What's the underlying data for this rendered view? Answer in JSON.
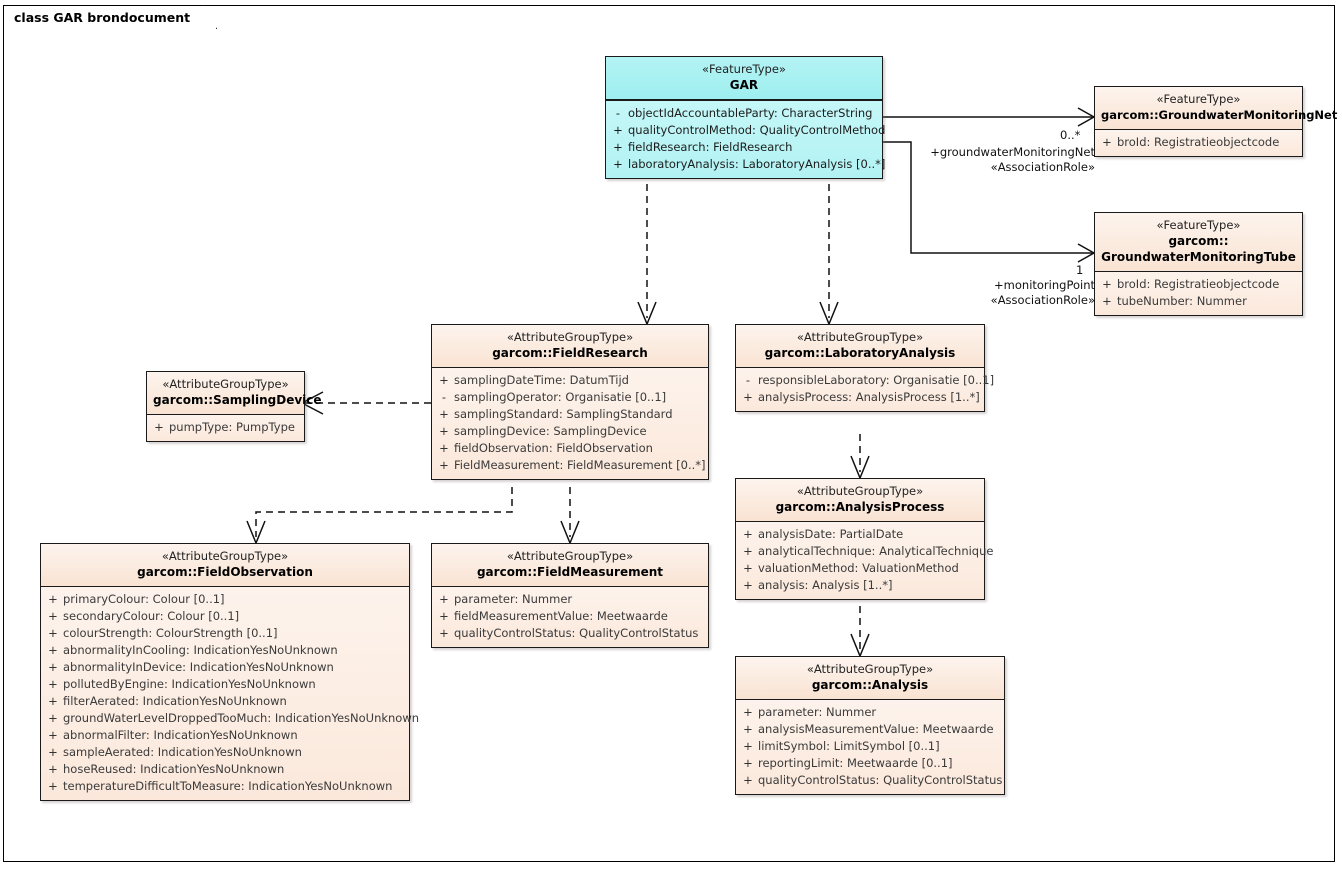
{
  "diagram": {
    "tab_label": "class GAR brondocument"
  },
  "classes": {
    "gar": {
      "stereotype": "«FeatureType»",
      "name": "GAR",
      "attributes": [
        {
          "vis": "-",
          "text": "objectIdAccountableParty: CharacterString"
        },
        {
          "vis": "+",
          "text": "qualityControlMethod: QualityControlMethod"
        },
        {
          "vis": "+",
          "text": "fieldResearch: FieldResearch"
        },
        {
          "vis": "+",
          "text": "laboratoryAnalysis: LaboratoryAnalysis [0..*]"
        }
      ]
    },
    "monitoring_net": {
      "stereotype": "«FeatureType»",
      "name": "garcom::GroundwaterMonitoringNet",
      "attributes": [
        {
          "vis": "+",
          "text": "broId: Registratieobjectcode"
        }
      ]
    },
    "monitoring_tube": {
      "stereotype": "«FeatureType»",
      "name_line1": "garcom::",
      "name_line2": "GroundwaterMonitoringTube",
      "attributes": [
        {
          "vis": "+",
          "text": "broId: Registratieobjectcode"
        },
        {
          "vis": "+",
          "text": "tubeNumber: Nummer"
        }
      ]
    },
    "field_research": {
      "stereotype": "«AttributeGroupType»",
      "name": "garcom::FieldResearch",
      "attributes": [
        {
          "vis": "+",
          "text": "samplingDateTime: DatumTijd"
        },
        {
          "vis": "-",
          "text": "samplingOperator: Organisatie [0..1]"
        },
        {
          "vis": "+",
          "text": "samplingStandard: SamplingStandard"
        },
        {
          "vis": "+",
          "text": "samplingDevice: SamplingDevice"
        },
        {
          "vis": "+",
          "text": "fieldObservation: FieldObservation"
        },
        {
          "vis": "+",
          "text": "FieldMeasurement: FieldMeasurement [0..*]"
        }
      ]
    },
    "laboratory_analysis": {
      "stereotype": "«AttributeGroupType»",
      "name": "garcom::LaboratoryAnalysis",
      "attributes": [
        {
          "vis": "-",
          "text": "responsibleLaboratory: Organisatie [0..1]"
        },
        {
          "vis": "+",
          "text": "analysisProcess: AnalysisProcess [1..*]"
        }
      ]
    },
    "sampling_device": {
      "stereotype": "«AttributeGroupType»",
      "name": "garcom::SamplingDevice",
      "attributes": [
        {
          "vis": "+",
          "text": "pumpType: PumpType"
        }
      ]
    },
    "analysis_process": {
      "stereotype": "«AttributeGroupType»",
      "name": "garcom::AnalysisProcess",
      "attributes": [
        {
          "vis": "+",
          "text": "analysisDate: PartialDate"
        },
        {
          "vis": "+",
          "text": "analyticalTechnique: AnalyticalTechnique"
        },
        {
          "vis": "+",
          "text": "valuationMethod: ValuationMethod"
        },
        {
          "vis": "+",
          "text": "analysis: Analysis [1..*]"
        }
      ]
    },
    "analysis": {
      "stereotype": "«AttributeGroupType»",
      "name": "garcom::Analysis",
      "attributes": [
        {
          "vis": "+",
          "text": "parameter: Nummer"
        },
        {
          "vis": "+",
          "text": "analysisMeasurementValue: Meetwaarde"
        },
        {
          "vis": "+",
          "text": "limitSymbol: LimitSymbol [0..1]"
        },
        {
          "vis": "+",
          "text": "reportingLimit: Meetwaarde [0..1]"
        },
        {
          "vis": "+",
          "text": "qualityControlStatus: QualityControlStatus"
        }
      ]
    },
    "field_observation": {
      "stereotype": "«AttributeGroupType»",
      "name": "garcom::FieldObservation",
      "attributes": [
        {
          "vis": "+",
          "text": "primaryColour: Colour [0..1]"
        },
        {
          "vis": "+",
          "text": "secondaryColour: Colour [0..1]"
        },
        {
          "vis": "+",
          "text": "colourStrength: ColourStrength [0..1]"
        },
        {
          "vis": "+",
          "text": "abnormalityInCooling: IndicationYesNoUnknown"
        },
        {
          "vis": "+",
          "text": "abnormalityInDevice: IndicationYesNoUnknown"
        },
        {
          "vis": "+",
          "text": "pollutedByEngine: IndicationYesNoUnknown"
        },
        {
          "vis": "+",
          "text": "filterAerated: IndicationYesNoUnknown"
        },
        {
          "vis": "+",
          "text": "groundWaterLevelDroppedTooMuch: IndicationYesNoUnknown"
        },
        {
          "vis": "+",
          "text": "abnormalFilter: IndicationYesNoUnknown"
        },
        {
          "vis": "+",
          "text": "sampleAerated: IndicationYesNoUnknown"
        },
        {
          "vis": "+",
          "text": "hoseReused: IndicationYesNoUnknown"
        },
        {
          "vis": "+",
          "text": "temperatureDifficultToMeasure: IndicationYesNoUnknown"
        }
      ]
    },
    "field_measurement": {
      "stereotype": "«AttributeGroupType»",
      "name": "garcom::FieldMeasurement",
      "attributes": [
        {
          "vis": "+",
          "text": "parameter: Nummer"
        },
        {
          "vis": "+",
          "text": "fieldMeasurementValue: Meetwaarde"
        },
        {
          "vis": "+",
          "text": "qualityControlStatus: QualityControlStatus"
        }
      ]
    }
  },
  "connectors": {
    "monitoring_net_assoc": {
      "role": "+groundwaterMonitoringNet",
      "stereotype": "«AssociationRole»",
      "multiplicity": "0..*"
    },
    "monitoring_tube_assoc": {
      "role": "+monitoringPoint",
      "stereotype": "«AssociationRole»",
      "multiplicity": "1"
    }
  },
  "colors": {
    "class_fill": "#fdf1e8",
    "gar_fill": "#b2f2f3",
    "border": "#1a1a1a",
    "line": "#111111"
  }
}
